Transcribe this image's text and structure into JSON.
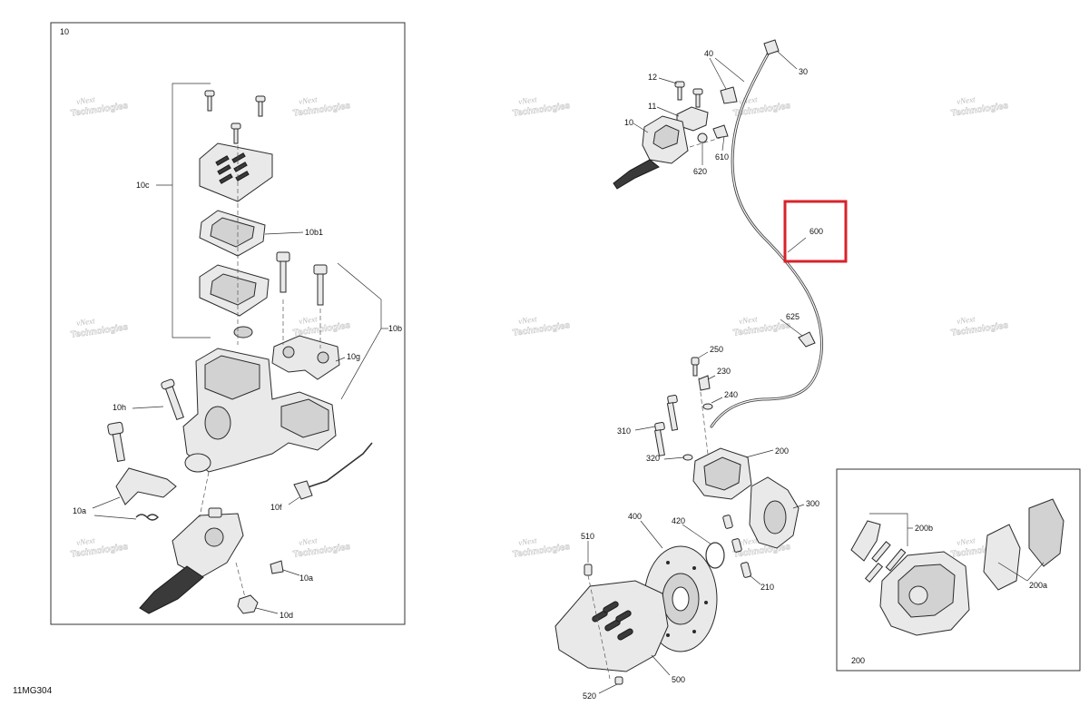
{
  "diagram_id": "11MG304",
  "watermark": {
    "line1": "vNext",
    "line2": "Technologies"
  },
  "inset_left": {
    "label": "10"
  },
  "inset_right": {
    "label": "200"
  },
  "highlight": {
    "label": "600",
    "color": "#d8232a"
  },
  "callouts": {
    "c10c": "10c",
    "c10b1": "10b1",
    "c10b": "10b",
    "c10g": "10g",
    "c10h": "10h",
    "c10a_1": "10a",
    "c10f": "10f",
    "c10a_2": "10a",
    "c10d": "10d",
    "c40": "40",
    "c30": "30",
    "c12": "12",
    "c11": "11",
    "c10": "10",
    "c610": "610",
    "c620": "620",
    "c625": "625",
    "c250": "250",
    "c230": "230",
    "c240": "240",
    "c310": "310",
    "c200": "200",
    "c320": "320",
    "c300": "300",
    "c400": "400",
    "c420": "420",
    "c510": "510",
    "c210": "210",
    "c500": "500",
    "c520": "520",
    "c200b": "200b",
    "c200a": "200a"
  }
}
